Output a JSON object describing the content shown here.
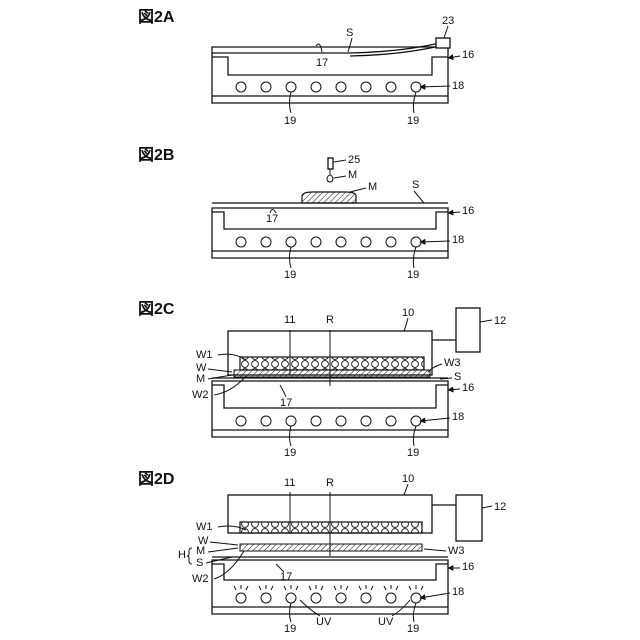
{
  "figures": [
    {
      "title": "図2A",
      "labels": {
        "s": "S",
        "l23": "23",
        "l16": "16",
        "l17": "17",
        "l18": "18",
        "l19a": "19",
        "l19b": "19"
      }
    },
    {
      "title": "図2B",
      "labels": {
        "l25": "25",
        "m1": "M",
        "m2": "M",
        "s": "S",
        "l16": "16",
        "l17": "17",
        "l18": "18",
        "l19a": "19",
        "l19b": "19"
      }
    },
    {
      "title": "図2C",
      "labels": {
        "l11": "11",
        "r": "R",
        "l10": "10",
        "l12": "12",
        "w1": "W1",
        "w3": "W3",
        "w": "W",
        "m": "M",
        "s": "S",
        "w2": "W2",
        "l17": "17",
        "l16": "16",
        "l18": "18",
        "l19a": "19",
        "l19b": "19"
      }
    },
    {
      "title": "図2D",
      "labels": {
        "l11": "11",
        "r": "R",
        "l10": "10",
        "l12": "12",
        "w1": "W1",
        "w": "W",
        "h": "H",
        "m": "M",
        "s": "S",
        "w3": "W3",
        "w2": "W2",
        "l17": "17",
        "l16": "16",
        "l18": "18",
        "l19a": "19",
        "l19b": "19",
        "uv1": "UV",
        "uv2": "UV"
      }
    }
  ]
}
